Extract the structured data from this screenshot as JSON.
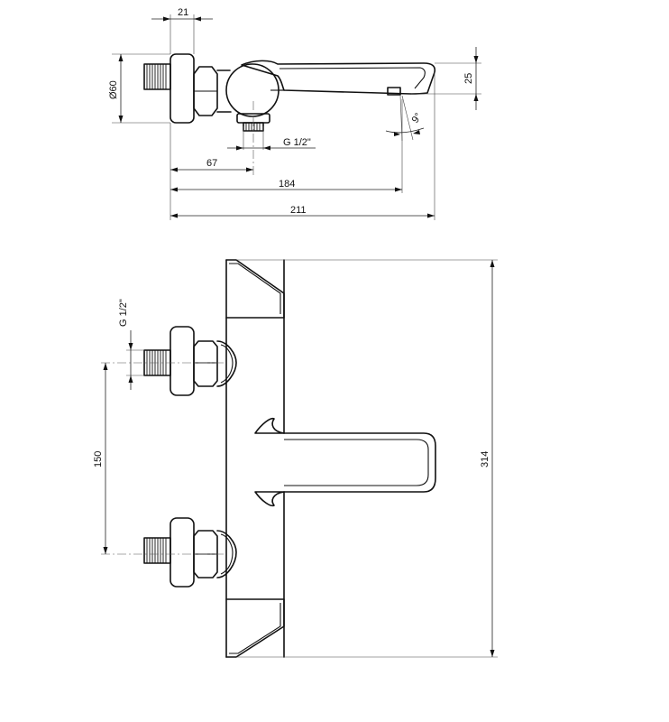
{
  "top_view": {
    "width_21": "21",
    "diameter_60": "Ø60",
    "height_25": "25",
    "angle": "9°",
    "thread": "G 1/2\"",
    "length_67": "67",
    "length_184": "184",
    "length_211": "211"
  },
  "front_view": {
    "thread": "G 1/2\"",
    "spacing_150": "150",
    "height_314": "314"
  }
}
